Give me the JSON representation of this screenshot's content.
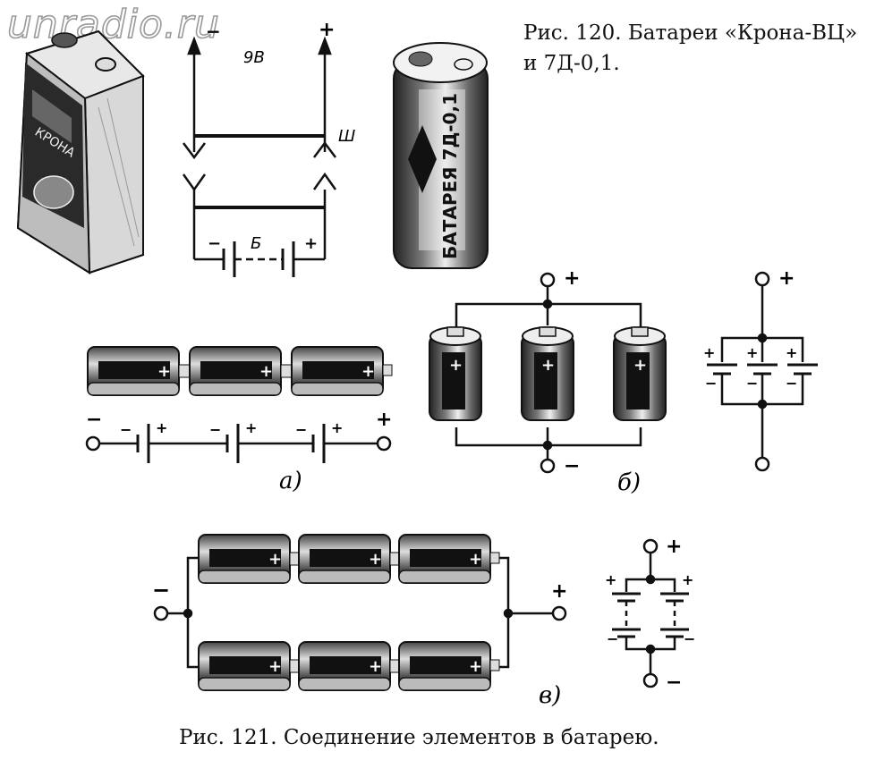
{
  "watermark": "unradio.ru",
  "fig120": {
    "caption_line1": "Рис. 120. Батареи «Крона-ВЦ»",
    "caption_line2": "и 7Д-0,1.",
    "krona_label": "КРОНА",
    "voltage_label": "9В",
    "plug_label": "Ш",
    "battery_label": "Б",
    "minus": "−",
    "plus": "+",
    "cyl_text": "БАТАРЕЯ 7Д-0,1"
  },
  "fig121": {
    "caption": "Рис. 121. Соединение элементов в батарею.",
    "sub_a": "а)",
    "sub_b": "б)",
    "sub_v": "в)",
    "plus": "+",
    "minus": "−"
  },
  "colors": {
    "ink": "#111111",
    "watermark_stroke": "#9a9a9a"
  }
}
